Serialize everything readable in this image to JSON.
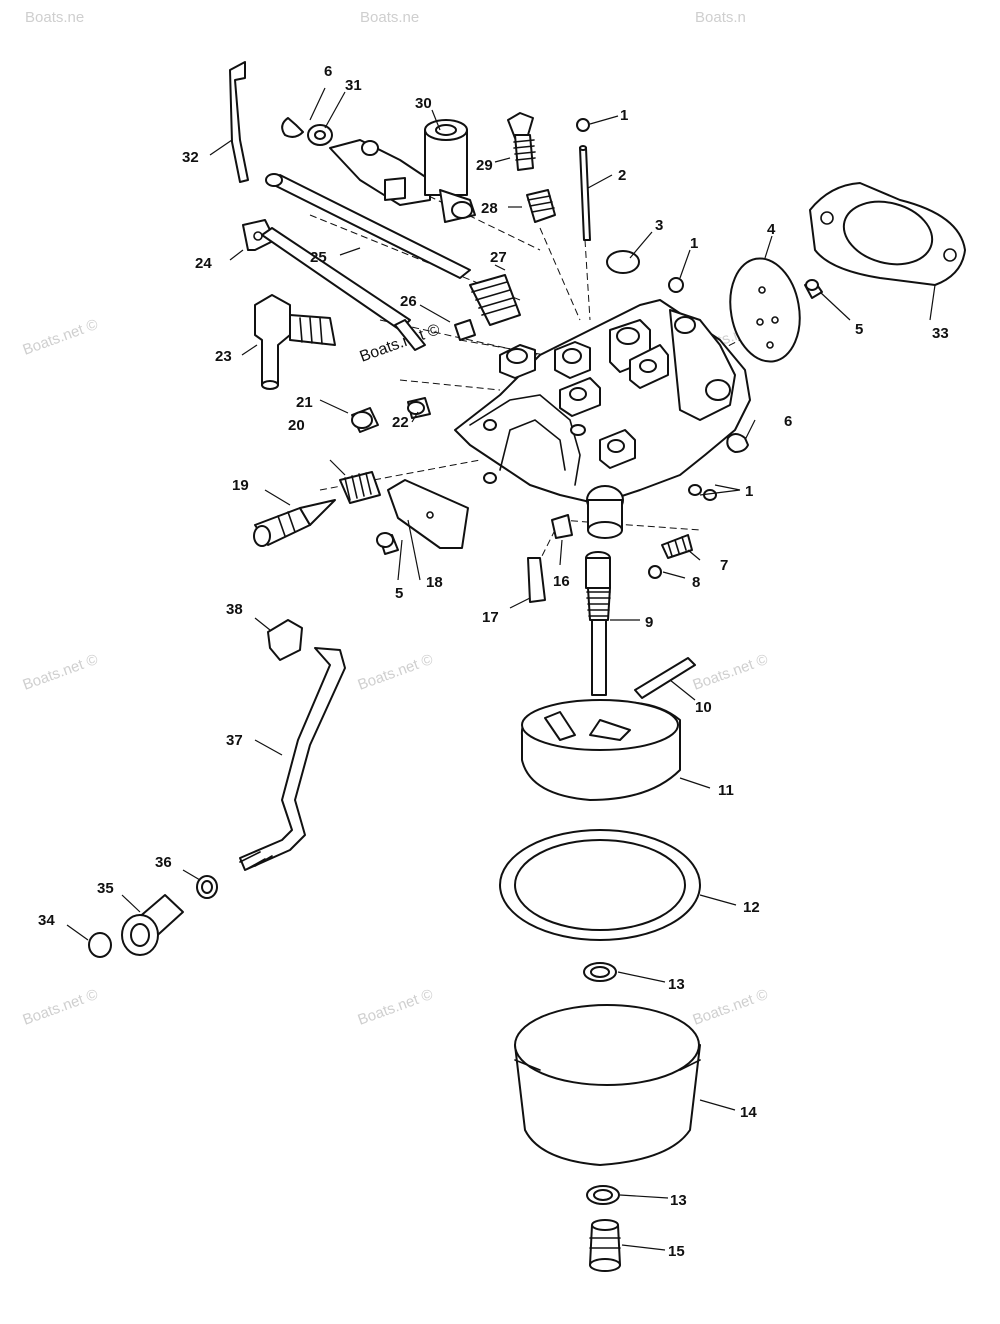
{
  "watermarks": {
    "text": "Boats.net ©",
    "center_text": "Boats.net ©",
    "top_left": "Boats.ne",
    "top_center": "Boats.ne",
    "top_right": "Boats.n"
  },
  "callouts": {
    "c1a": "1",
    "c1b": "1",
    "c1c": "1",
    "c2": "2",
    "c3": "3",
    "c4": "4",
    "c5a": "5",
    "c5b": "5",
    "c6a": "6",
    "c6b": "6",
    "c7": "7",
    "c8": "8",
    "c9": "9",
    "c10": "10",
    "c11": "11",
    "c12": "12",
    "c13a": "13",
    "c13b": "13",
    "c14": "14",
    "c15": "15",
    "c16": "16",
    "c17": "17",
    "c18": "18",
    "c19": "19",
    "c20": "20",
    "c21": "21",
    "c22": "22",
    "c23": "23",
    "c24": "24",
    "c25": "25",
    "c26": "26",
    "c27": "27",
    "c28": "28",
    "c29": "29",
    "c30": "30",
    "c31": "31",
    "c32": "32",
    "c33": "33",
    "c34": "34",
    "c35": "35",
    "c36": "36",
    "c37": "37",
    "c38": "38"
  },
  "colors": {
    "line": "#111111",
    "background": "#ffffff",
    "watermark": "#cfcfcf"
  }
}
